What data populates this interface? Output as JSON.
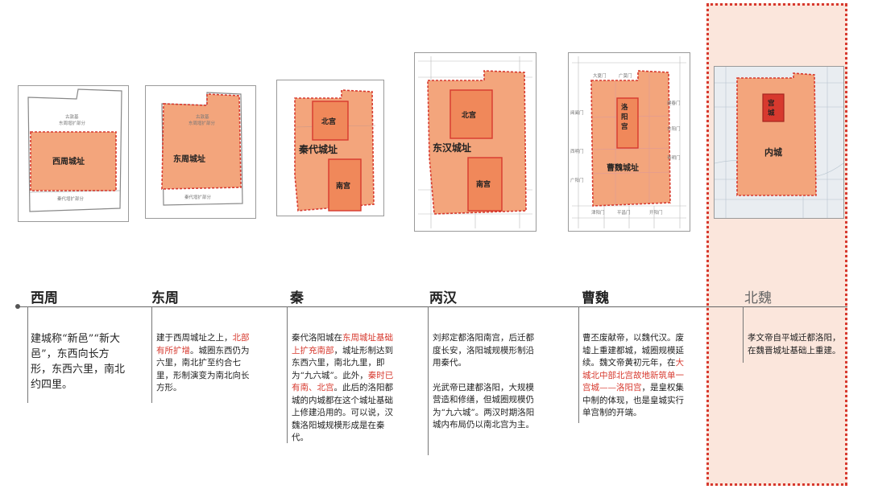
{
  "maps": {
    "xizhou": {
      "label": "西周城址",
      "note_top": "古敦基\n东周增扩部分",
      "note_bottom": "秦代增扩部分"
    },
    "dongzhou": {
      "label": "东周城址",
      "note_top": "古敦基",
      "note_bottom": "秦代增扩部分"
    },
    "qin": {
      "label": "秦代城址",
      "north_palace": "北宫",
      "south_palace": "南宫"
    },
    "han": {
      "label": "东汉城址",
      "north_palace": "北宫",
      "south_palace": "南宫"
    },
    "caowei": {
      "label": "曹魏城址",
      "palace": "洛阳宫",
      "gates": [
        "西明门",
        "广阳门",
        "津阳门",
        "平昌门",
        "开阳门",
        "建春门",
        "东阳门",
        "青明门",
        "大夏门",
        "广莫门",
        "阊阖门"
      ]
    },
    "beiwei": {
      "label": "内城",
      "palace": "宫城"
    }
  },
  "eras": [
    {
      "name": "西周"
    },
    {
      "name": "东周"
    },
    {
      "name": "秦"
    },
    {
      "name": "两汉"
    },
    {
      "name": "曹魏"
    },
    {
      "name": "北魏"
    }
  ],
  "descriptions": {
    "xizhou": "建城称“新邑”“新大邑”，东西向长方形，东西六里，南北约四里。",
    "dongzhou": {
      "a": "建于西周城址之上，",
      "b": "北部有所扩增",
      "c": "。城圈东西仍为六里，南北扩至约合七里，形制演变为南北向长方形。"
    },
    "qin": {
      "a": "秦代洛阳城在",
      "b": "东周城址基础上扩充南部",
      "c": "，城址形制达到东西六里，南北九里，即为“九六城”。此外，",
      "d": "秦时已有南、北宫",
      "e": "。此后的洛阳都城的内城都在这个城址基础上修建沿用的。可以说，汉魏洛阳城规模形成是在秦代。"
    },
    "han": {
      "p1": "刘邦定都洛阳南宫，后迁都度长安，洛阳城规模形制沿用秦代。",
      "p2": "光武帝已建都洛阳，大规模营造和修缮，但城圈规模仍为“九六城”。两汉时期洛阳城内布局仍以南北宫为主。"
    },
    "caowei": {
      "a": "曹丕废献帝，以魏代汉。废墟上重建都城，城圈规模延续。魏文帝黄初元年，在",
      "b": "大城北中部北宫故地新筑单一宫城——洛阳宫",
      "c": "，是皇权集中制的体现，也是皇城实行单宫制的开端。"
    },
    "beiwei": "孝文帝自平城迁都洛阳，在魏晋城址基础上重建。"
  },
  "colors": {
    "accent_red": "#d7392e",
    "fill_orange": "#f3a57c",
    "highlight_bg": "#fbe6dc"
  }
}
